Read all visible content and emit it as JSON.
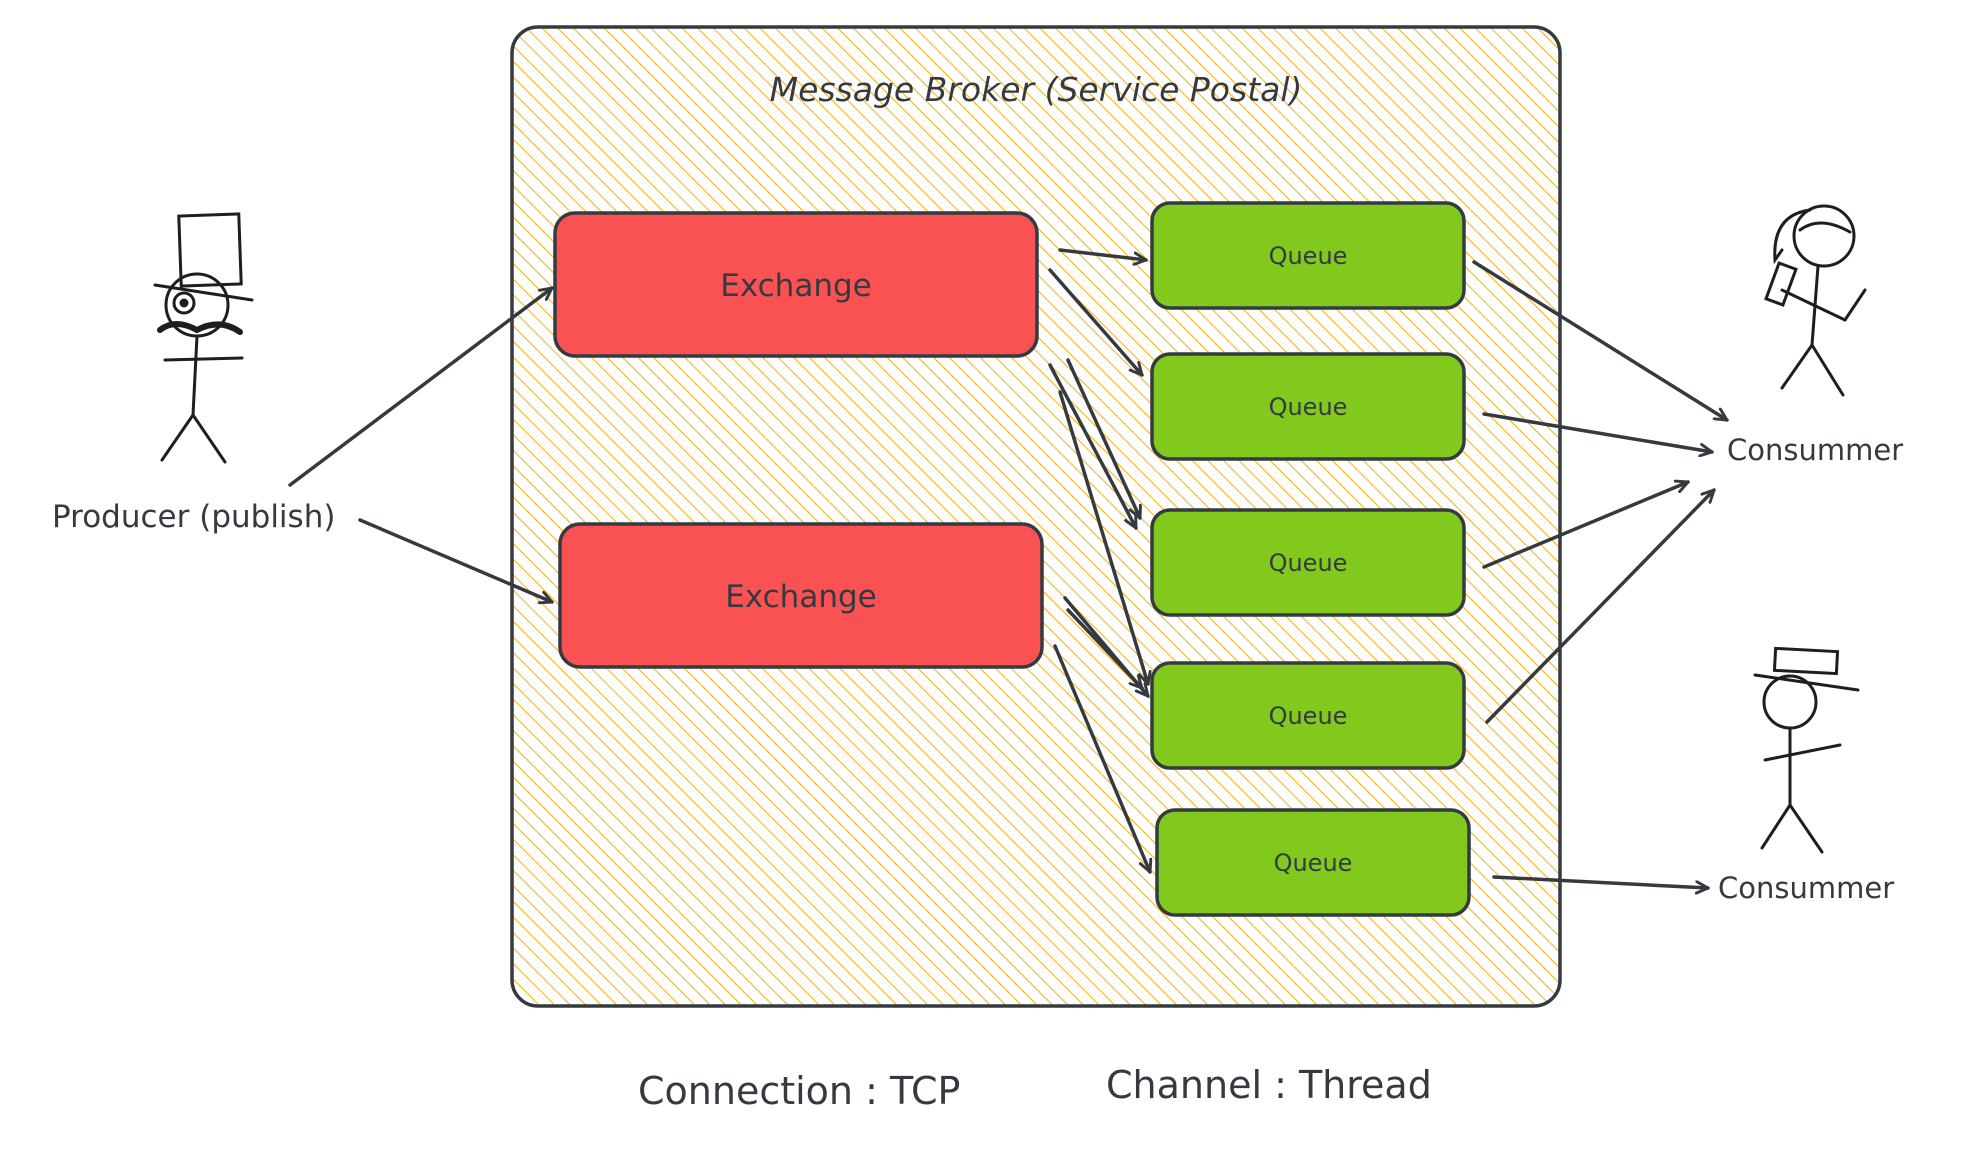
{
  "broker": {
    "title": "Message Broker (Service Postal)"
  },
  "exchanges": [
    {
      "label": "Exchange"
    },
    {
      "label": "Exchange"
    }
  ],
  "queues": [
    {
      "label": "Queue"
    },
    {
      "label": "Queue"
    },
    {
      "label": "Queue"
    },
    {
      "label": "Queue"
    },
    {
      "label": "Queue"
    }
  ],
  "producer": {
    "label": "Producer (publish)"
  },
  "consumers": [
    {
      "label": "Consummer"
    },
    {
      "label": "Consummer"
    }
  ],
  "legend": {
    "connection": "Connection : TCP",
    "channel": "Channel : Thread"
  },
  "colors": {
    "exchange_fill": "#fa5252",
    "queue_fill": "#82c91e",
    "broker_hatch": "#fab005",
    "stroke": "#343a40",
    "figure_stroke": "#1e1e1e"
  }
}
